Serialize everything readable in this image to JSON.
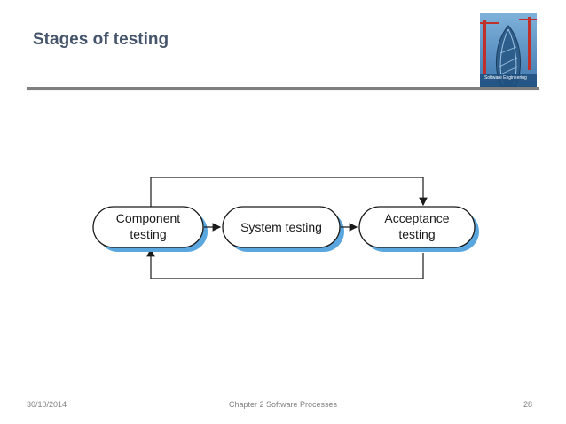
{
  "slide": {
    "title": "Stages of testing"
  },
  "cover_image": {
    "caption": "Software Engineering"
  },
  "diagram": {
    "stages": [
      {
        "line1": "Component",
        "line2": "testing"
      },
      {
        "line1": "System testing",
        "line2": ""
      },
      {
        "line1": "Acceptance",
        "line2": "testing"
      }
    ]
  },
  "footer": {
    "date": "30/10/2014",
    "center": "Chapter 2 Software Processes",
    "page": "28"
  },
  "colors": {
    "title": "#44546a",
    "box_fill": "#ffffff",
    "box_shadow": "#5aa7e0",
    "box_border": "#1a1a1a",
    "arrow": "#1a1a1a",
    "rule": "#7f7f7f"
  }
}
